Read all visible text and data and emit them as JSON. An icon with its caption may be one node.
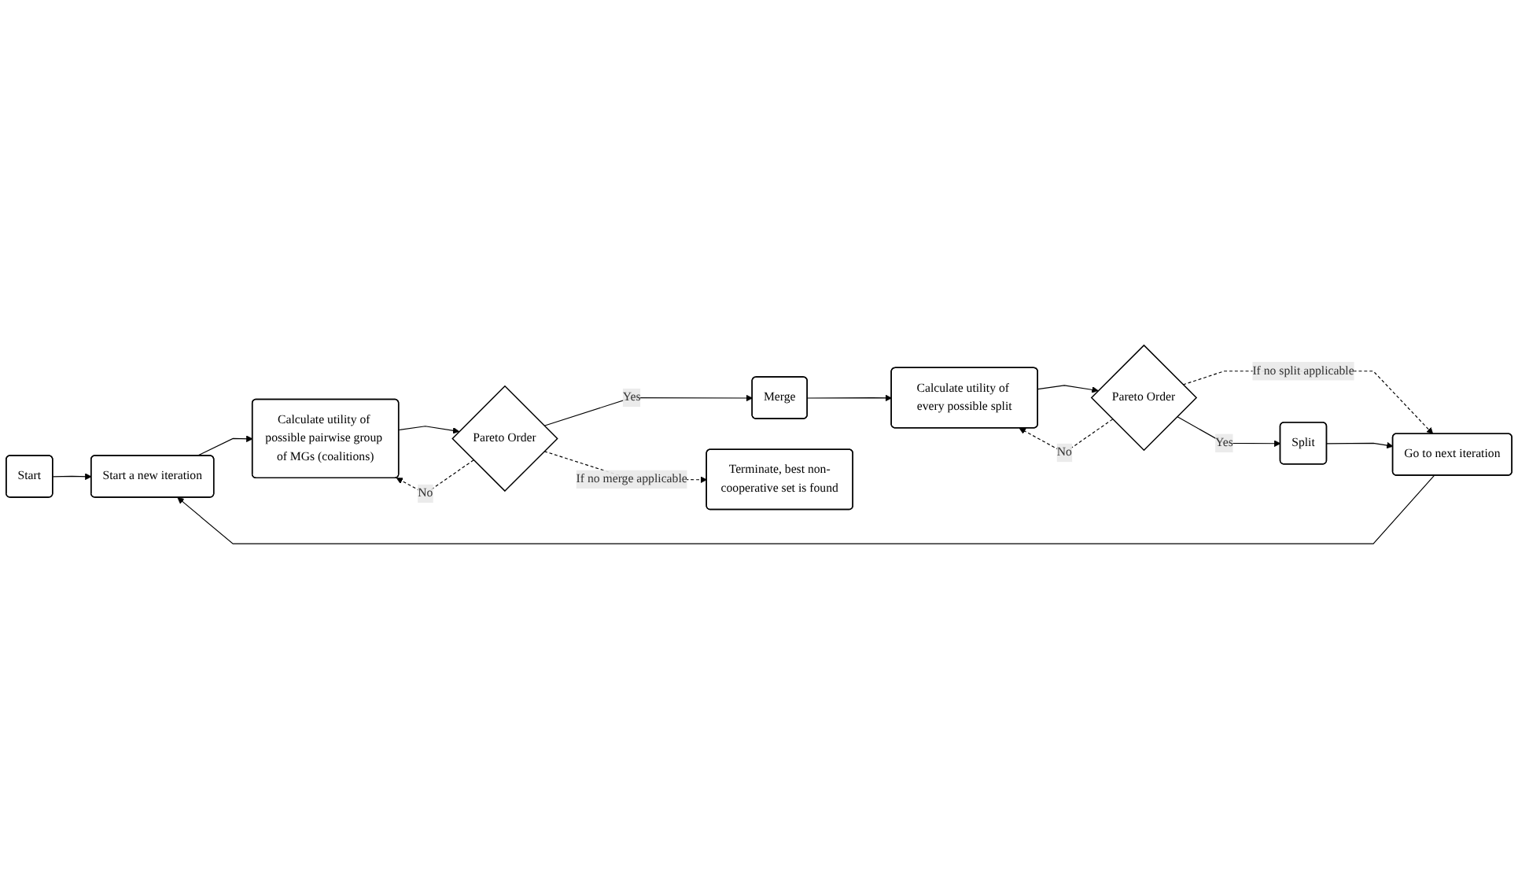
{
  "diagram": {
    "nodes": [
      {
        "text": [
          "Start"
        ]
      },
      {
        "text": [
          "Start a new iteration"
        ]
      },
      {
        "text": [
          "Pareto Order"
        ]
      },
      {
        "text": [
          "Calculate utility of possible pairwise group of MGs (coalitions)"
        ]
      },
      {
        "text": [
          "Split"
        ]
      },
      {
        "text": [
          "Calculate utility of every possible split"
        ]
      },
      {
        "text": [
          "Go to next iteration"
        ]
      },
      {
        "text": [
          "Pareto Order"
        ]
      },
      {
        "text": [
          "Merge"
        ]
      },
      {
        "text": [
          "Terminate, best non-cooperative set is found"
        ]
      }
    ],
    "edges": [
      {
        "from": 0,
        "to": 1,
        "arrow": "to"
      },
      {
        "from": 1,
        "to": 3,
        "arrow": "to"
      },
      {
        "from": 3,
        "to": 7,
        "arrow": "to"
      },
      {
        "from": 7,
        "to": 8,
        "arrow": "to",
        "label": "Yes"
      },
      {
        "from": 7,
        "to": 3,
        "arrow": "to",
        "label": "No",
        "style": "dashed"
      },
      {
        "from": 7,
        "to": 9,
        "arrow": "to",
        "label": "If no merge applicable",
        "style": "dashed"
      },
      {
        "from": 8,
        "to": 5,
        "arrow": "to"
      },
      {
        "from": 5,
        "to": 2,
        "arrow": "to"
      },
      {
        "from": 2,
        "to": 4,
        "arrow": "to",
        "label": "Yes"
      },
      {
        "from": 2,
        "to": 5,
        "arrow": "to",
        "label": "No",
        "style": "dashed"
      },
      {
        "from": 2,
        "to": 6,
        "arrow": "to",
        "label": "If no split applicable",
        "style": "dashed"
      },
      {
        "from": 4,
        "to": 6,
        "arrow": "to"
      },
      {
        "from": 6,
        "to": 1,
        "arrow": "to"
      }
    ]
  }
}
